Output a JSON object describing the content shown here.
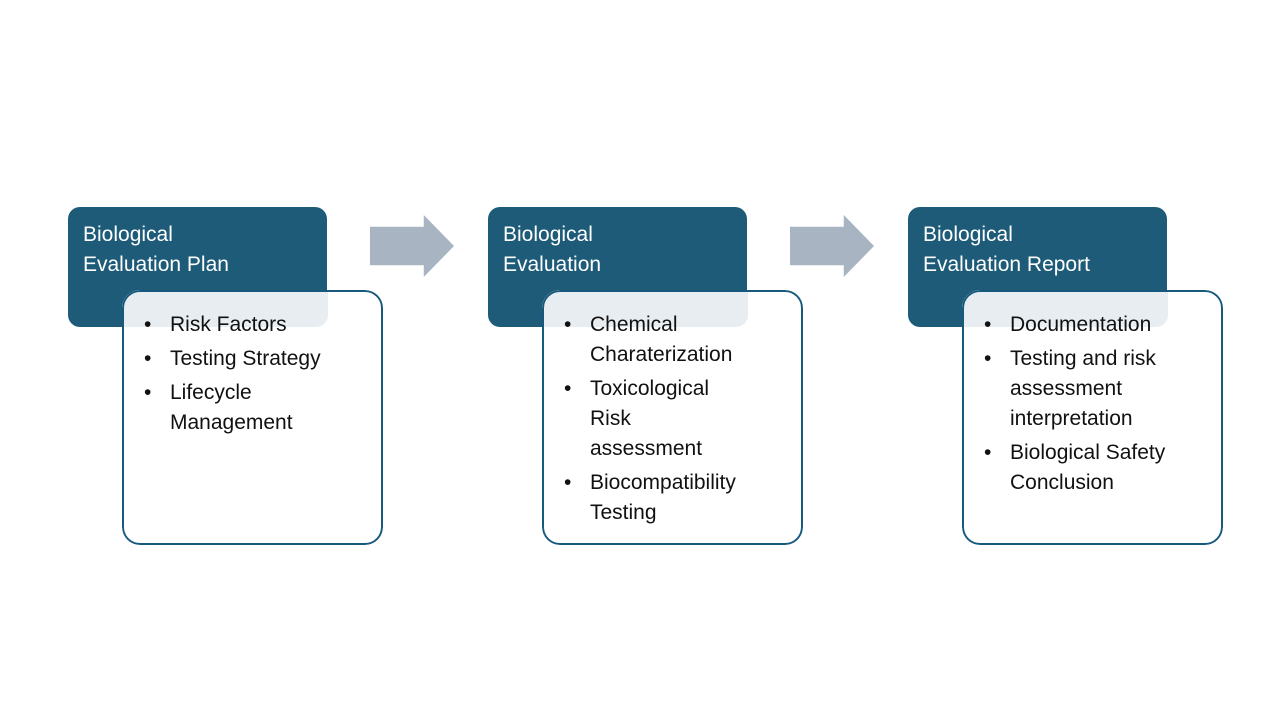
{
  "colors": {
    "header_fill": "#1d5b78",
    "header_text": "#ffffff",
    "body_fill": "#ffffff",
    "body_border": "#17597c",
    "band_fill": "#e7edf1",
    "arrow_fill": "#a9b4c2",
    "bullet_text": "#111111",
    "slide_bg": "#ffffff"
  },
  "diagram": {
    "bullet_char": "•",
    "stages": [
      {
        "title": "Biological\nEvaluation Plan",
        "bullets": [
          "Risk Factors",
          "Testing Strategy",
          "Lifecycle\nManagement"
        ]
      },
      {
        "title": "Biological\nEvaluation",
        "bullets": [
          "Chemical\nCharaterization",
          "Toxicological\nRisk\nassessment",
          "Biocompatibility\nTesting"
        ]
      },
      {
        "title": "Biological\nEvaluation Report",
        "bullets": [
          "Documentation",
          "Testing and risk\nassessment\ninterpretation",
          "Biological Safety\nConclusion"
        ]
      }
    ]
  }
}
